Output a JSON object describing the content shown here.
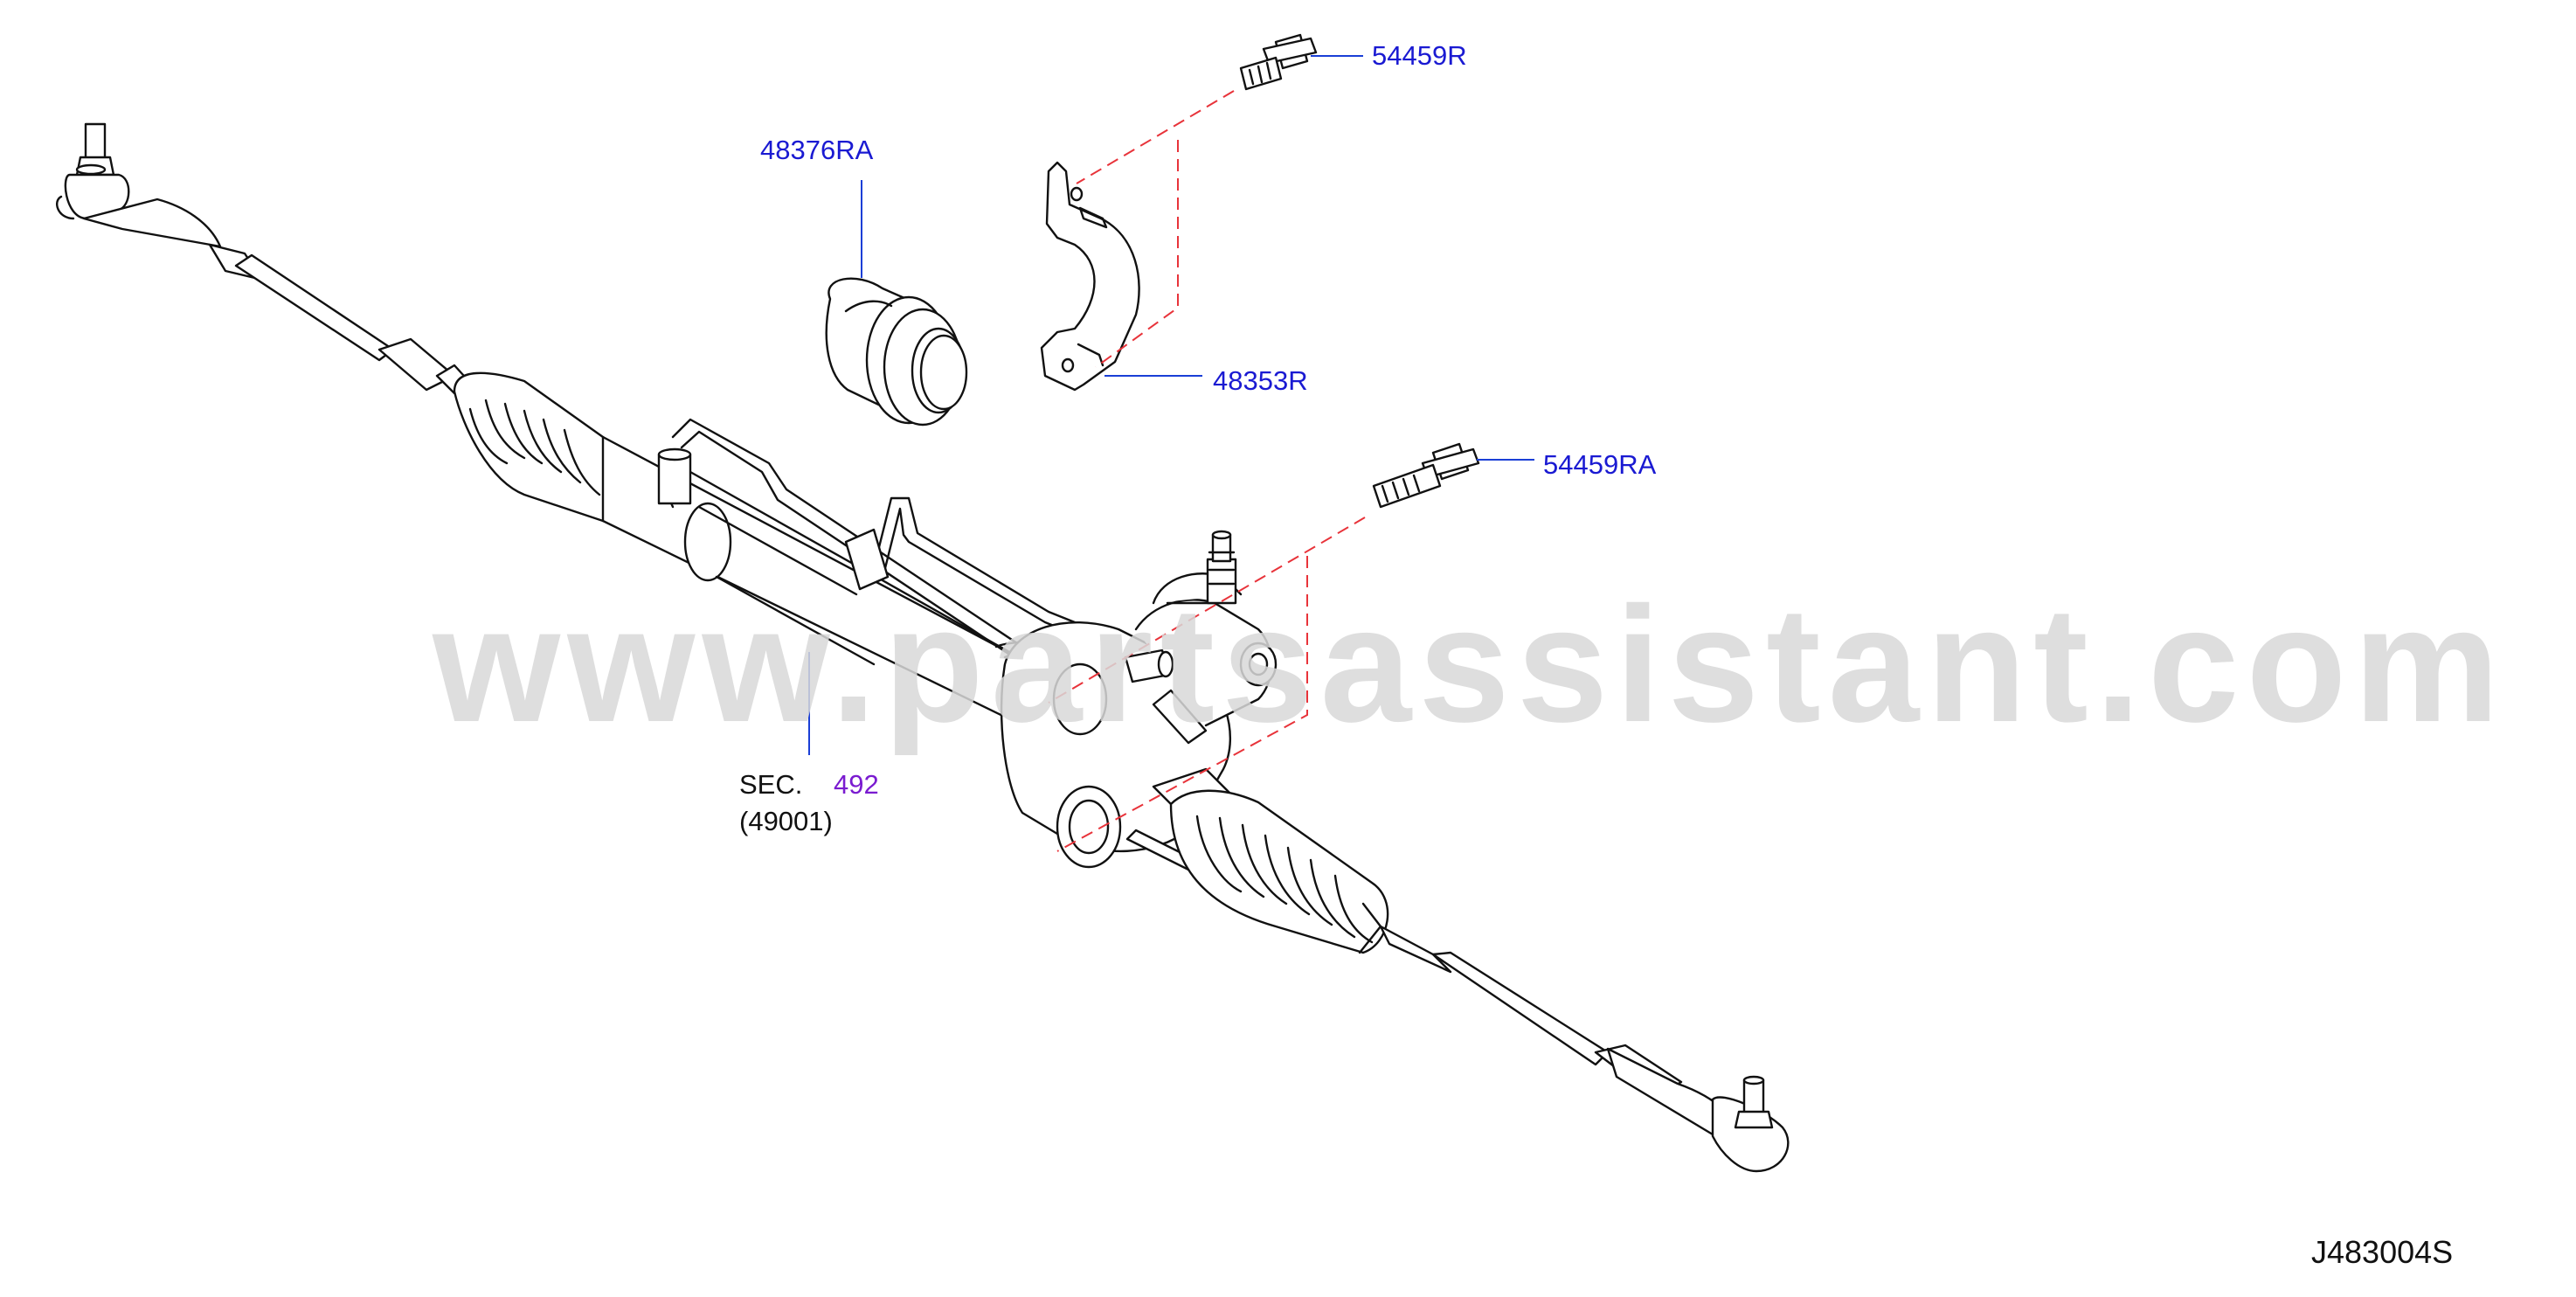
{
  "watermark": "www.partsassistant.com",
  "diagram_code": "J483004S",
  "callouts": {
    "bolt_upper": "54459R",
    "bushing": "48376RA",
    "clamp": "48353R",
    "bolt_lower": "54459RA",
    "sec_prefix": "SEC.",
    "sec_number": "492",
    "sec_sub": "(49001)"
  },
  "colors": {
    "part_label": "#1a1ad2",
    "sec_link": "#7a1bd0",
    "leader": "#1a3fd6",
    "dashed": "#e8333a",
    "linework": "#111111",
    "watermark": "#d9d9d9"
  }
}
